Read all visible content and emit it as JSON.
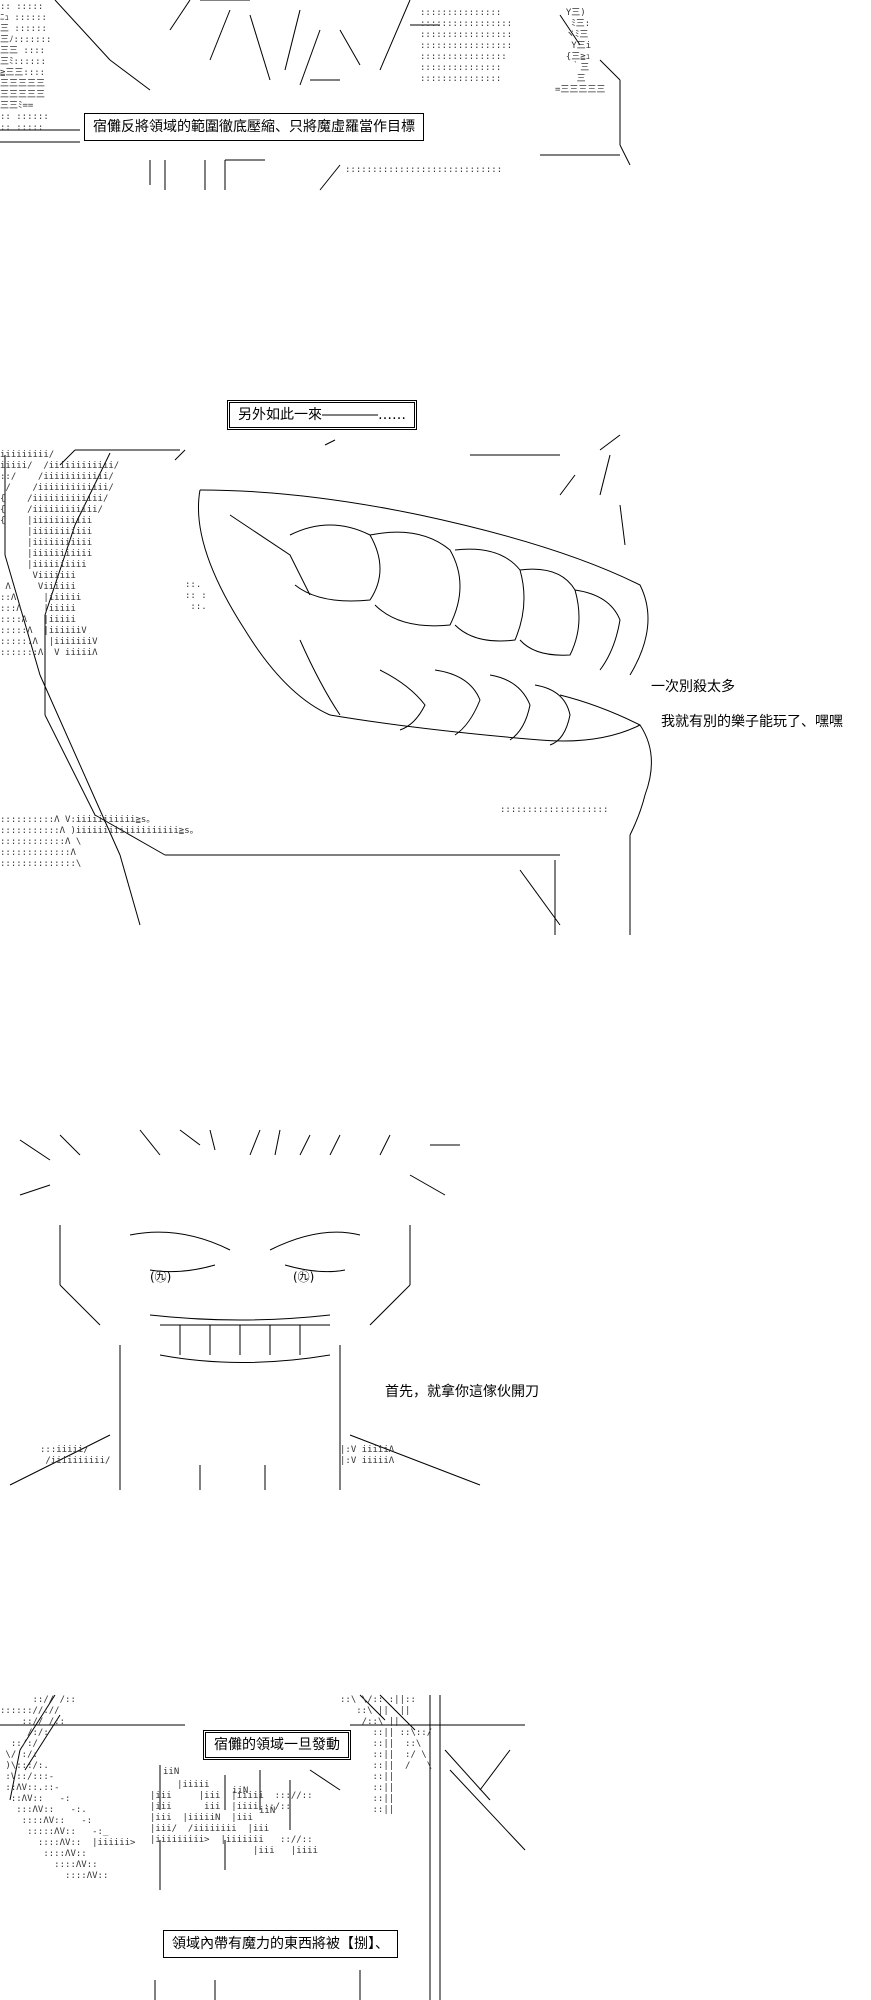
{
  "panels": [
    {
      "caption": "宿儺反將領域的範圍徹底壓縮、只將魔虛羅當作目標"
    },
    {
      "caption": "另外如此一來――――……",
      "line1": "一次別殺太多",
      "line2": "我就有別的樂子能玩了、嘿嘿"
    },
    {
      "line1": "首先，就拿你這傢伙開刀",
      "marks_left": "(㊈)",
      "marks_right": "(㊈)"
    },
    {
      "caption1": "宿儺的領域一旦發動",
      "caption2": "領域內帶有魔力的東西將被【捌】、",
      "tag1": "iiN",
      "tag2": "iiN",
      "tag3": "iiN"
    }
  ]
}
